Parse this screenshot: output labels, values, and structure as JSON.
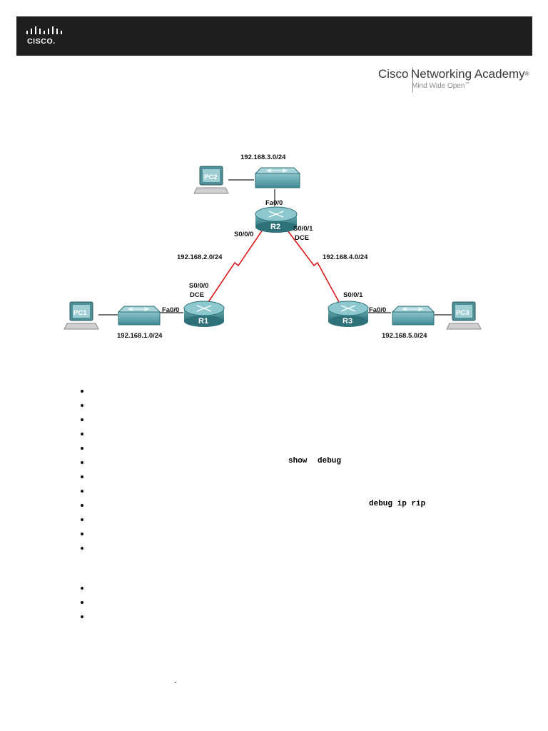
{
  "banner": {
    "brand_word": "CISCO."
  },
  "academy": {
    "brand": "Cisco",
    "product": "Networking Academy",
    "registered": "®",
    "tagline": "Mind Wide Open",
    "tagline_tm": "™"
  },
  "topology": {
    "hosts": {
      "pc1": "PC1",
      "pc2": "PC2",
      "pc3": "PC3"
    },
    "routers": {
      "r1": "R1",
      "r2": "R2",
      "r3": "R3"
    },
    "networks": {
      "lan_r2": "192.168.3.0/24",
      "wan_r1_r2": "192.168.2.0/24",
      "wan_r2_r3": "192.168.4.0/24",
      "lan_r1": "192.168.1.0/24",
      "lan_r3": "192.168.5.0/24"
    },
    "interfaces": {
      "r2_fa": "Fa0/0",
      "r2_s000": "S0/0/0",
      "r2_s001": "S0/0/1",
      "r2_dce": "DCE",
      "r1_s000": "S0/0/0",
      "r1_dce": "DCE",
      "r1_fa": "Fa0/0",
      "r3_s001": "S0/0/1",
      "r3_fa": "Fa0/0"
    },
    "colors": {
      "router": "#3f8a92",
      "serial_link": "#d81a1a",
      "cable": "#222222"
    }
  },
  "objectives": {
    "row6_code_a": "show",
    "row6_code_b": "debug",
    "row9_code": "debug ip rip"
  },
  "footer": {
    "stray_mark": "-"
  }
}
